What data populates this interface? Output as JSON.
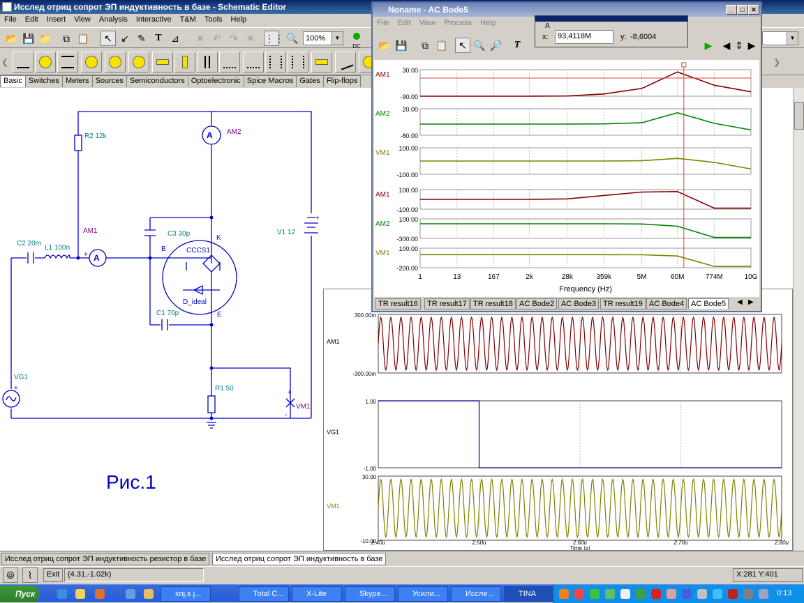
{
  "window": {
    "title": "Исслед отриц сопрот ЭП индуктивность в базе - Schematic Editor"
  },
  "menu": [
    "File",
    "Edit",
    "Insert",
    "View",
    "Analysis",
    "Interactive",
    "T&M",
    "Tools",
    "Help"
  ],
  "toolbar": {
    "zoom": "100%",
    "dc_label": "DC"
  },
  "component_tabs": [
    "Basic",
    "Switches",
    "Meters",
    "Sources",
    "Semiconductors",
    "Optoelectronic",
    "Spice Macros",
    "Gates",
    "Flip-flops"
  ],
  "schematic": {
    "labels": {
      "r2": "R2 12k",
      "am2": "AM2",
      "am1": "AM1",
      "c3": "C3 30p",
      "k": "K",
      "v1": "V1 12",
      "c2": "C2 20m",
      "l1": "L1 100n",
      "b": "B",
      "cccs": "CCCS1",
      "diode": "D_ideal",
      "c1": "C1 70p",
      "e": "E",
      "vg1": "VG1",
      "r1": "R1 50",
      "vm1": "VM1",
      "plus": "+",
      "minus": "-",
      "meter_a": "A"
    },
    "caption": "Рис.1"
  },
  "bode_window": {
    "title": "Noname - AC Bode5",
    "menu": [
      "File",
      "Edit",
      "View",
      "Process",
      "Help"
    ],
    "cursor": {
      "name": "A",
      "x_label": "x:",
      "x_value": "93,4118M",
      "y_label": "y:",
      "y_value": "-8,6004"
    },
    "xlabel": "Frequency (Hz)",
    "xticks": [
      "1",
      "13",
      "167",
      "2k",
      "28k",
      "359k",
      "5M",
      "60M",
      "774M",
      "10G"
    ],
    "tabs": [
      "TR result16",
      "TR result17",
      "TR result18",
      "AC Bode2",
      "AC Bode3",
      "TR result19",
      "AC Bode4",
      "AC Bode5"
    ],
    "active_tab": "AC Bode5"
  },
  "chart_data": [
    {
      "type": "line",
      "title": "AC Bode5 amplitude/phase",
      "x_scale": "log",
      "x": [
        1,
        13,
        167,
        2000,
        28000,
        359000,
        5000000,
        60000000,
        774000000,
        10000000000
      ],
      "panels": [
        {
          "series": "AM1",
          "ylim": [
            -90,
            30
          ],
          "ytick_labels": [
            "30.00",
            "-90.00"
          ],
          "values": [
            -90,
            -90,
            -90,
            -90,
            -89,
            -80,
            -55,
            20,
            -40,
            -70
          ]
        },
        {
          "series": "AM2",
          "ylim": [
            -80,
            20
          ],
          "ytick_labels": [
            "20.00",
            "-80.00"
          ],
          "values": [
            -38,
            -38,
            -38,
            -38,
            -38,
            -37,
            -33,
            5,
            -35,
            -60
          ]
        },
        {
          "series": "VM1",
          "ylim": [
            -100,
            100
          ],
          "ytick_labels": [
            "100.00",
            "-100.00"
          ],
          "values": [
            0,
            0,
            0,
            0,
            0,
            0,
            2,
            20,
            -10,
            -60
          ]
        },
        {
          "series": "AM1",
          "ylim": [
            -100,
            100
          ],
          "ytick_labels": [
            "100.00",
            "-100.00"
          ],
          "values": [
            0,
            0,
            0,
            0,
            5,
            40,
            75,
            80,
            -90,
            -90
          ]
        },
        {
          "series": "AM2",
          "ylim": [
            -300,
            100
          ],
          "ytick_labels": [
            "100.00",
            "-300.00"
          ],
          "values": [
            0,
            0,
            0,
            0,
            0,
            0,
            -5,
            -50,
            -280,
            -280
          ]
        },
        {
          "series": "VM1",
          "ylim": [
            -200,
            100
          ],
          "ytick_labels": [
            "100.00",
            "-200.00"
          ],
          "values": [
            0,
            0,
            0,
            0,
            0,
            0,
            -2,
            -20,
            -180,
            -180
          ]
        }
      ]
    },
    {
      "type": "line",
      "title": "Transient",
      "x_tick_labels": [
        "2.40u",
        "2.50u",
        "2.60u",
        "2.70u",
        "2.80u"
      ],
      "xlabel": "Time (s)",
      "xlim": [
        2.4,
        2.8
      ],
      "panels": [
        {
          "series": "AM1",
          "ylim": [
            -300,
            300
          ],
          "ytick_labels": [
            "300.00m",
            "-300.00m"
          ],
          "amplitude": 270,
          "cycles": 40
        },
        {
          "series": "VG1",
          "ylim": [
            -1,
            1
          ],
          "ytick_labels": [
            "1.00",
            "-1.00"
          ],
          "step_at": 2.5,
          "before": 1,
          "after": -1
        },
        {
          "series": "VM1",
          "ylim": [
            -10,
            30
          ],
          "ytick_labels": [
            "30.00",
            "-10.00"
          ],
          "amplitude": 18,
          "offset": 10,
          "cycles": 40
        }
      ]
    }
  ],
  "bottom_tabs": [
    "Исслед отриц сопрот ЭП индуктивность резистор в базе",
    "Исслед отриц сопрот ЭП индуктивность в базе"
  ],
  "status": {
    "exit": "Exit",
    "coords": "(4.31,-1.02k)",
    "xy": "X:281  Y:401"
  },
  "taskbar": {
    "start": "Пуск",
    "tasks": [
      "xnj,s j...",
      "Total C...",
      "X-Lite",
      "Skype...",
      "Усили...",
      "Иссле...",
      "TINA"
    ],
    "clock": "0:13"
  },
  "colors": {
    "titlebar": "#0a246a",
    "schematic_blue": "#0000c8",
    "label_teal": "#008080",
    "label_purple": "#800080",
    "am1": "#800000",
    "am2": "#008000",
    "vm1": "#808000",
    "vg1": "#000080"
  }
}
